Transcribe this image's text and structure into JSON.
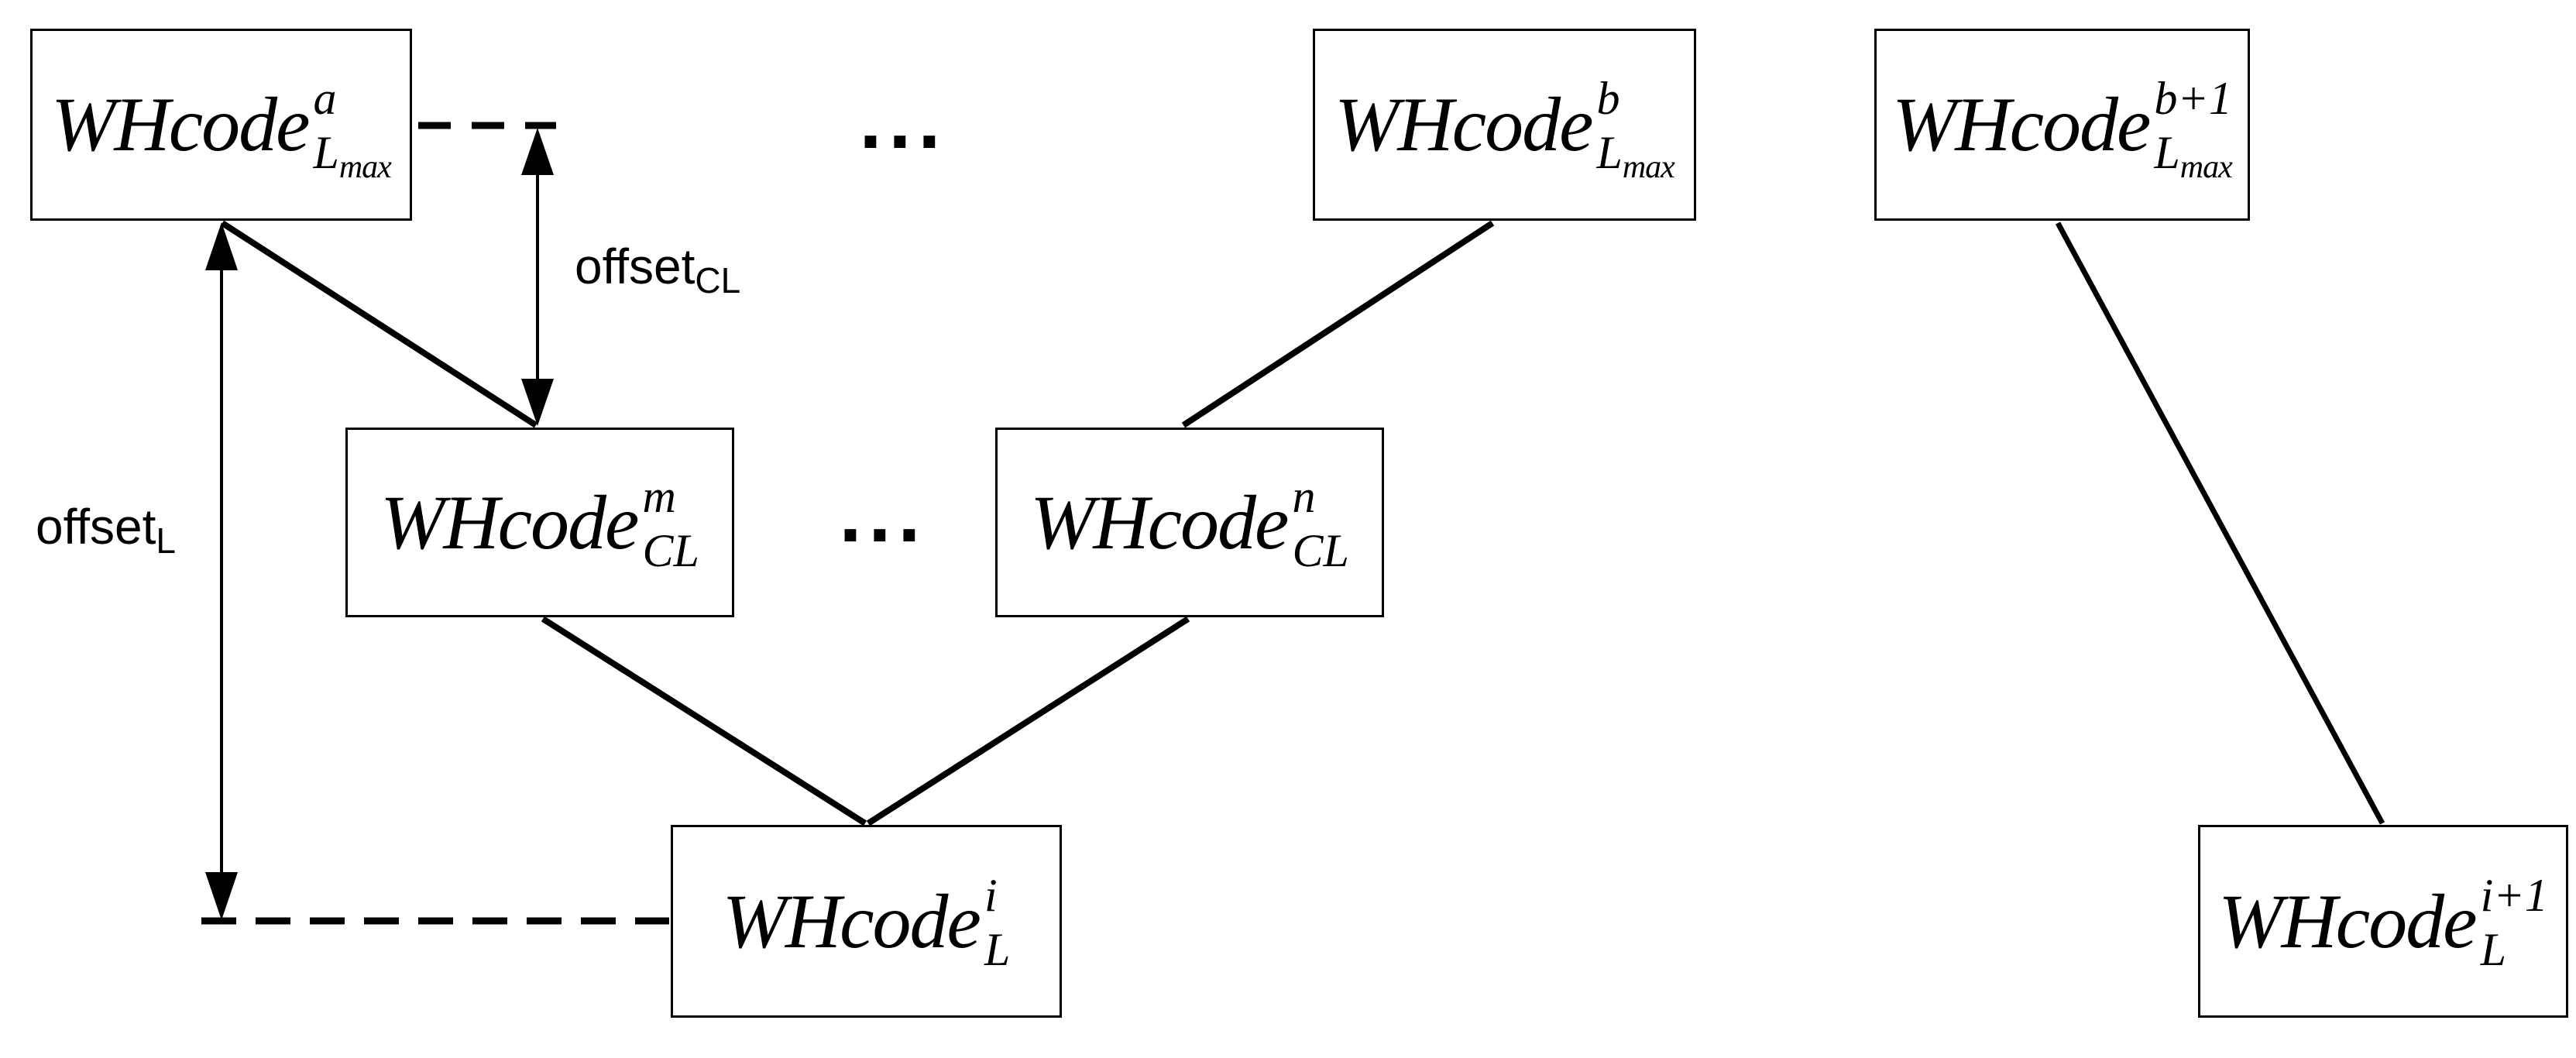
{
  "diagram": {
    "background_color": "#ffffff",
    "stroke_color": "#000000",
    "nodes": {
      "a": {
        "base": "WHcode",
        "sup": "a",
        "sub": "L",
        "subsub": "max"
      },
      "b": {
        "base": "WHcode",
        "sup": "b",
        "sub": "L",
        "subsub": "max"
      },
      "b1": {
        "base": "WHcode",
        "sup": "b+1",
        "sub": "L",
        "subsub": "max"
      },
      "m": {
        "base": "WHcode",
        "sup": "m",
        "sub": "CL",
        "subsub": ""
      },
      "n": {
        "base": "WHcode",
        "sup": "n",
        "sub": "CL",
        "subsub": ""
      },
      "i": {
        "base": "WHcode",
        "sup": "i",
        "sub": "L",
        "subsub": ""
      },
      "i1": {
        "base": "WHcode",
        "sup": "i+1",
        "sub": "L",
        "subsub": ""
      }
    },
    "labels": {
      "offset_cl": {
        "base": "offset",
        "sub": "CL"
      },
      "offset_l": {
        "base": "offset",
        "sub": "L"
      }
    },
    "ellipsis": {
      "top": "...",
      "middle": "..."
    }
  }
}
